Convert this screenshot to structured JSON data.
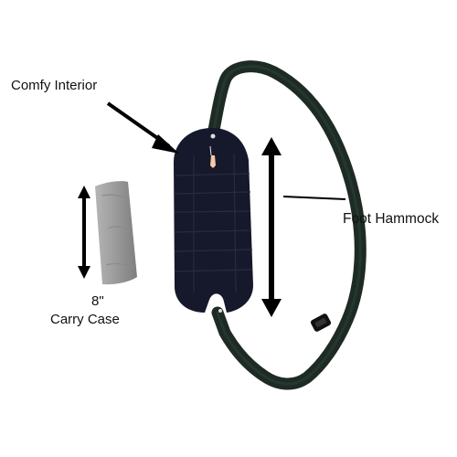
{
  "labels": {
    "comfy_interior": "Comfy Interior",
    "foot_hammock": "Foot Hammock",
    "size": "8\"",
    "carry_case": "Carry Case"
  },
  "colors": {
    "background": "#ffffff",
    "hammock_body": "#16182b",
    "strap": "#1d2b24",
    "carry_case": "#9a9a9a",
    "arrow": "#000000"
  }
}
